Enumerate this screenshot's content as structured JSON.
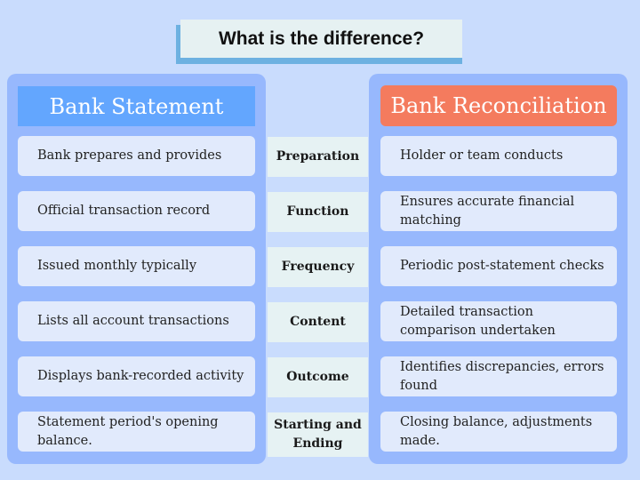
{
  "title": "What is the difference?",
  "colors": {
    "background": "#c9dcfd",
    "panel": "#97b8fd",
    "cell": "#e1eafc",
    "left_header": "#63a6fe",
    "right_header": "#f47b5e",
    "middle_label": "#e6f2f3",
    "title_box": "#e6f1f2",
    "title_shadow": "#6db1e1"
  },
  "left": {
    "header": "Bank Statement",
    "items": [
      "Bank prepares and provides",
      "Official transaction record",
      "Issued monthly typically",
      "Lists all account transactions",
      "Displays bank-recorded activity",
      "Statement period's opening balance."
    ]
  },
  "middle": {
    "labels": [
      "Preparation",
      "Function",
      "Frequency",
      "Content",
      "Outcome",
      "Starting and Ending"
    ]
  },
  "right": {
    "header": "Bank Reconciliation",
    "items": [
      "Holder or team conducts",
      "Ensures accurate financial matching",
      "Periodic post-statement checks",
      "Detailed transaction comparison undertaken",
      "Identifies discrepancies, errors found",
      "Closing balance, adjustments made."
    ]
  }
}
